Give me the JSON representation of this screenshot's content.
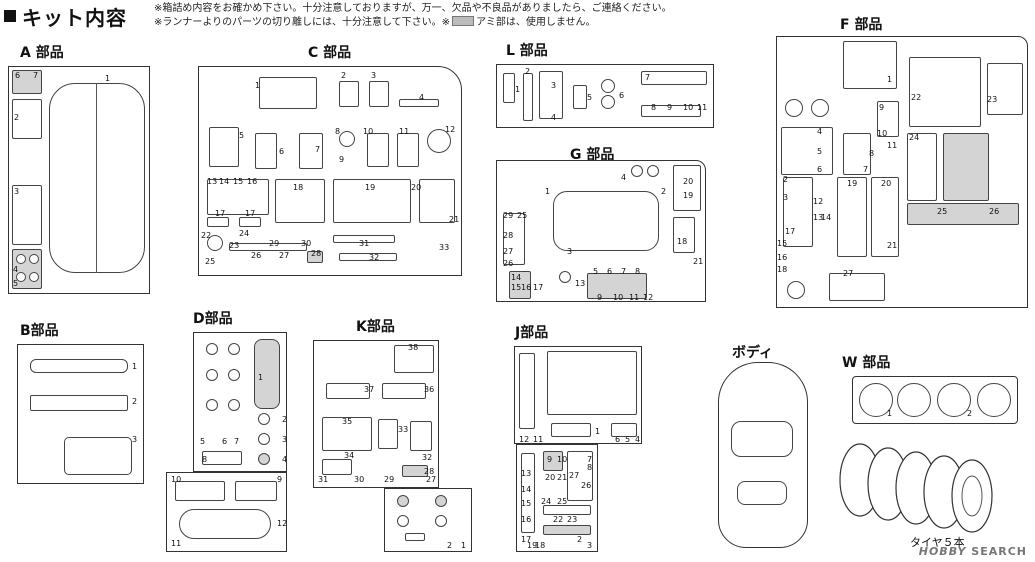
{
  "header": {
    "title": "キット内容",
    "notes": [
      "※箱詰め内容をお確かめ下さい。十分注意しておりますが、万一、欠品や不良品がありましたら、ご連絡ください。",
      "※ランナーよりのパーツの切り離しには、十分注意して下さい。※",
      "アミ部は、使用しません。"
    ]
  },
  "runners": {
    "A": {
      "label": "A 部品",
      "nums": [
        "6",
        "7",
        "1",
        "2",
        "3",
        "4",
        "5"
      ]
    },
    "B": {
      "label": "B部品",
      "nums": [
        "1",
        "2",
        "3"
      ]
    },
    "C": {
      "label": "C 部品",
      "nums": [
        "1",
        "2",
        "3",
        "4",
        "5",
        "6",
        "7",
        "8",
        "9",
        "10",
        "11",
        "12",
        "13",
        "14",
        "15",
        "16",
        "17",
        "17",
        "18",
        "19",
        "20",
        "21",
        "22",
        "23",
        "24",
        "25",
        "26",
        "27",
        "28",
        "29",
        "30",
        "31",
        "32",
        "33"
      ]
    },
    "D": {
      "label": "D部品",
      "nums": [
        "1",
        "2",
        "3",
        "4",
        "5",
        "6",
        "7",
        "8",
        "9",
        "10",
        "11",
        "12"
      ]
    },
    "K": {
      "label": "K部品",
      "nums": [
        "38",
        "37",
        "36",
        "35",
        "34",
        "33",
        "32",
        "31",
        "30",
        "29",
        "28",
        "27",
        "1",
        "2"
      ]
    },
    "L": {
      "label": "L 部品",
      "nums": [
        "1",
        "2",
        "3",
        "4",
        "5",
        "6",
        "7",
        "8",
        "9",
        "10",
        "11"
      ]
    },
    "G": {
      "label": "G 部品",
      "nums": [
        "1",
        "2",
        "3",
        "4",
        "5",
        "6",
        "7",
        "8",
        "9",
        "10",
        "11",
        "12",
        "13",
        "14",
        "15",
        "16",
        "17",
        "18",
        "19",
        "20",
        "21",
        "25",
        "26",
        "27",
        "28",
        "29"
      ]
    },
    "J": {
      "label": "J部品",
      "nums": [
        "1",
        "2",
        "3",
        "4",
        "5",
        "6",
        "7",
        "8",
        "9",
        "10",
        "11",
        "12",
        "13",
        "14",
        "15",
        "16",
        "17",
        "18",
        "19",
        "20",
        "21",
        "22",
        "23",
        "24",
        "25",
        "26",
        "27"
      ]
    },
    "F": {
      "label": "F 部品",
      "nums": [
        "1",
        "2",
        "3",
        "4",
        "5",
        "6",
        "7",
        "8",
        "9",
        "10",
        "11",
        "12",
        "13",
        "14",
        "15",
        "16",
        "17",
        "18",
        "19",
        "20",
        "21",
        "22",
        "23",
        "24",
        "25",
        "26",
        "27"
      ]
    },
    "body": {
      "label": "ボディ"
    },
    "W": {
      "label": "W 部品",
      "nums": [
        "1",
        "2"
      ]
    }
  },
  "tire": {
    "label": "タイヤ５本"
  },
  "watermark": {
    "brand": "HOBBY",
    "search": "SEARCH"
  }
}
